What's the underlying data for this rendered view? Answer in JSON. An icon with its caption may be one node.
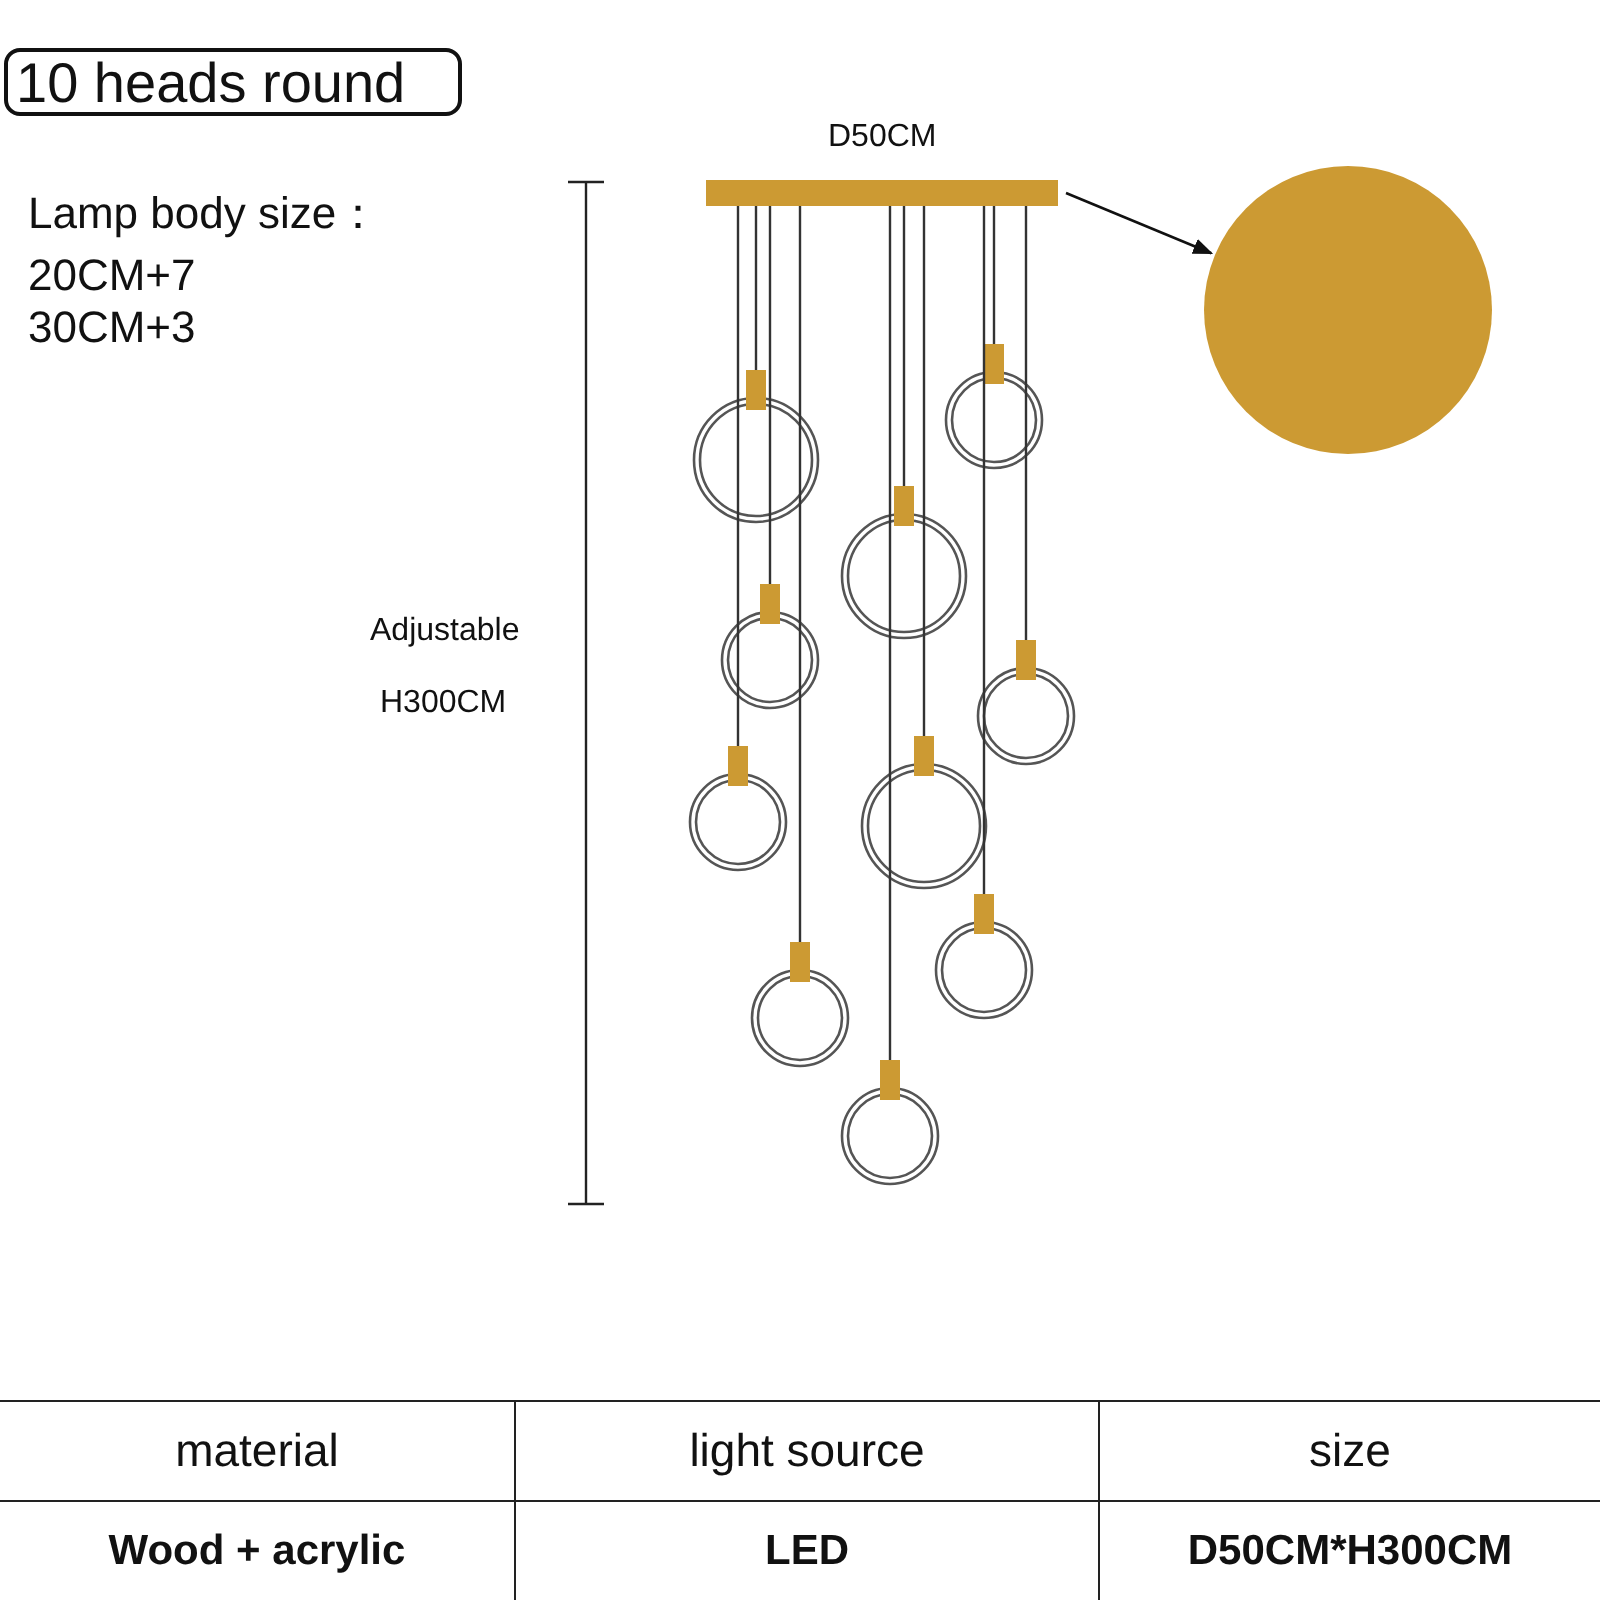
{
  "diagram": {
    "nodes": [
      {
        "text": [
          "10 heads round"
        ]
      },
      {
        "text": [],
        "shape": "bar"
      },
      {
        "text": [],
        "shape": "circle"
      }
    ],
    "edges": [
      {
        "from": 1,
        "to": 2,
        "arrow": "to"
      }
    ],
    "labels": [
      "Lamp body size：",
      "20CM+7",
      "30CM+3",
      "D50CM",
      "Adjustable",
      "H300CM",
      "material",
      "light source",
      "size",
      "Wood + acrylic",
      "LED",
      "D50CM*H300CM"
    ]
  }
}
